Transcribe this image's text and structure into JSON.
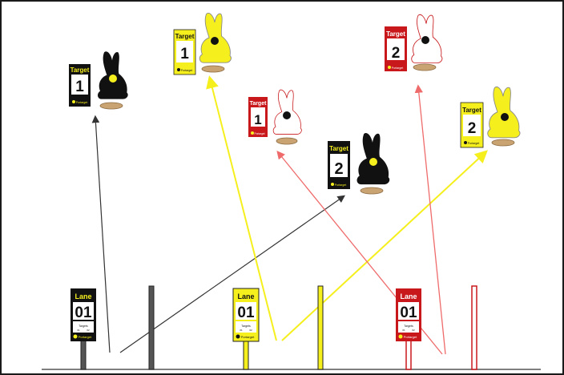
{
  "colors": {
    "black": "#111111",
    "yellow": "#f5ef1e",
    "red": "#c8181c",
    "white": "#ffffff",
    "base": "#caa373"
  },
  "targets": [
    {
      "id": "black-1",
      "color": "black",
      "header": "Target",
      "number": "1",
      "brand": "Portarget"
    },
    {
      "id": "yellow-1",
      "color": "yellow",
      "header": "Target",
      "number": "1",
      "brand": "Portarget"
    },
    {
      "id": "red-1",
      "color": "red",
      "header": "Target",
      "number": "1",
      "brand": "Portarget"
    },
    {
      "id": "black-2",
      "color": "black",
      "header": "Target",
      "number": "2",
      "brand": "Portarget"
    },
    {
      "id": "red-2",
      "color": "red",
      "header": "Target",
      "number": "2",
      "brand": "Portarget"
    },
    {
      "id": "yellow-2",
      "color": "yellow",
      "header": "Target",
      "number": "2",
      "brand": "Portarget"
    }
  ],
  "lanes": [
    {
      "id": "black",
      "color": "black",
      "header": "Lane",
      "number": "01",
      "sub_label": "Targets",
      "sub_values": [
        "01",
        "02"
      ],
      "brand": "Portarget"
    },
    {
      "id": "yellow",
      "color": "yellow",
      "header": "Lane",
      "number": "01",
      "sub_label": "Targets",
      "sub_values": [
        "01",
        "02"
      ],
      "brand": "Portarget"
    },
    {
      "id": "red",
      "color": "red",
      "header": "Lane",
      "number": "01",
      "sub_label": "Targets",
      "sub_values": [
        "01",
        "02"
      ],
      "brand": "Portarget"
    }
  ]
}
